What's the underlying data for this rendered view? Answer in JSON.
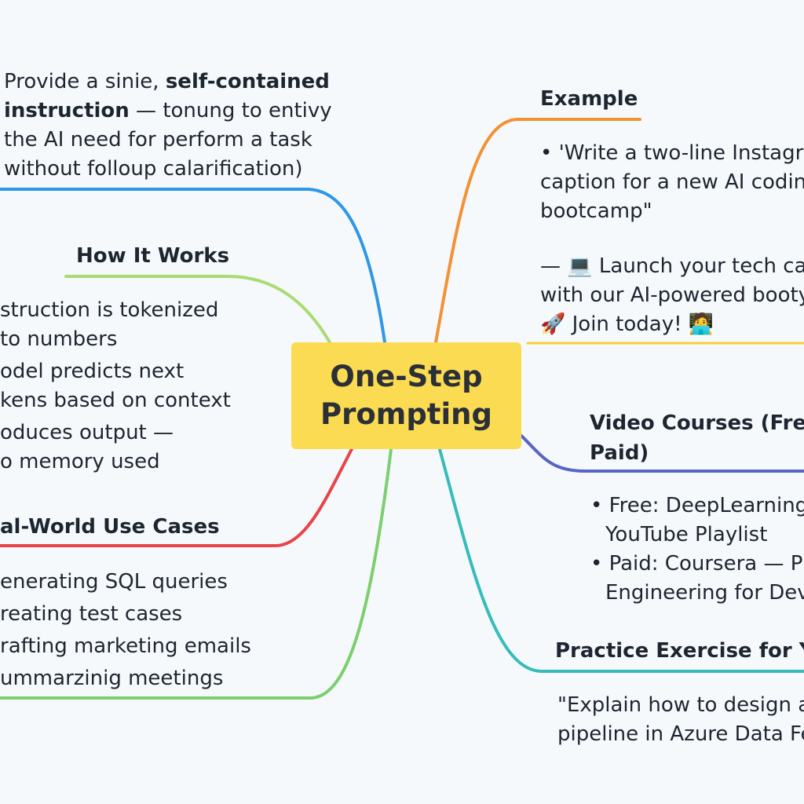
{
  "center": {
    "line1": "One-Step",
    "line2": "Prompting"
  },
  "definition": {
    "line1_plain": "Provide a sinie, ",
    "line1_bold": "self-contained",
    "line2_bold": "instruction",
    "line2_plain": " — tonung to entivy",
    "line3": "the AI need for perform a task",
    "line4": "without folloup calarification)"
  },
  "how_it_works": {
    "title": "How It Works",
    "lines": [
      "struction is tokenized",
      "to numbers",
      "odel predicts next",
      "kens based on context",
      "oduces output —",
      "o memory used"
    ]
  },
  "use_cases": {
    "title": "al-World Use Cases",
    "lines": [
      "enerating SQL queries",
      "reating test cases",
      "rafting marketing emails",
      "ummarzinig meetings"
    ]
  },
  "example": {
    "title": "Example",
    "lines": [
      "• 'Write a two-line Instagra",
      "caption for a new AI coding",
      "bootcamp\""
    ],
    "output_lines": [
      "— 💻 Launch your tech carr",
      "with our AI-powered booty",
      "🚀 Join today! 🧑‍💻"
    ]
  },
  "video_courses": {
    "title_line1": "Video Courses (Free",
    "title_line2": "Paid)",
    "lines": [
      "• Free: DeepLearning.",
      "YouTube Playlist",
      "• Paid: Coursera — Pre",
      "Engineering for Devi"
    ]
  },
  "practice": {
    "title": "Practice Exercise for Yo",
    "lines": [
      "\"Explain how to design a",
      "pipeline in Azure Data Fe"
    ]
  },
  "colors": {
    "background": "#f6f9fb",
    "center_fill": "#fbdb52",
    "branch_definition": "#2f97e6",
    "branch_how_it_works": "#a8dc72",
    "branch_use_cases": "#e8444a",
    "branch_bottom_left": "#7ccf6e",
    "branch_example": "#f39234",
    "branch_example_underline": "#f5cf3a",
    "branch_video": "#5865c8",
    "branch_practice": "#36bcbc"
  }
}
